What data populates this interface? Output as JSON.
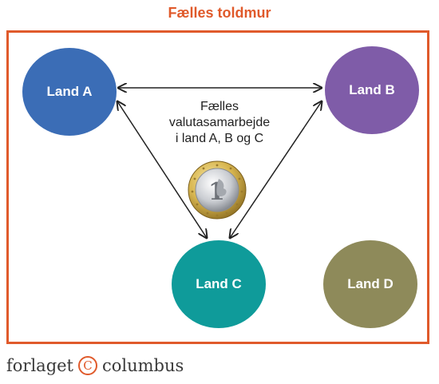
{
  "title": "Fælles toldmur",
  "countries": [
    {
      "id": "a",
      "label": "Land A",
      "color": "#3B6DB6"
    },
    {
      "id": "b",
      "label": "Land B",
      "color": "#7F5CA8"
    },
    {
      "id": "c",
      "label": "Land C",
      "color": "#0F9B9A"
    },
    {
      "id": "d",
      "label": "Land D",
      "color": "#8E8A5A"
    }
  ],
  "center_text": [
    "Fælles",
    "valutasamarbejde",
    "i land A, B og C"
  ],
  "coin_icon": "euro-coin-icon",
  "publisher": {
    "left": "forlaget",
    "mark": "C",
    "right": "columbus"
  },
  "colors": {
    "frame": "#E05A2B",
    "title": "#E05A2B",
    "arrow": "#222222"
  }
}
